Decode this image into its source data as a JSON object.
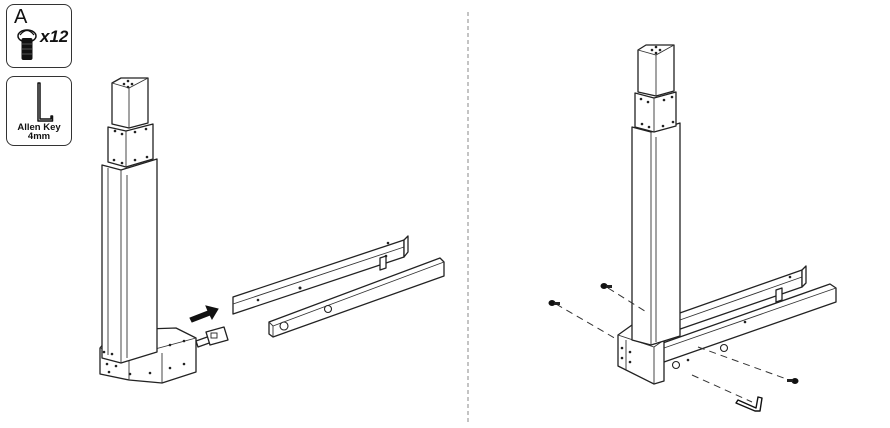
{
  "parts": {
    "screw": {
      "letter": "A",
      "quantity": "x12",
      "icon": "screw-icon"
    },
    "allen_key": {
      "label_line1": "Allen Key",
      "label_line2": "4mm",
      "icon": "allen-key-icon"
    }
  },
  "steps": [
    {
      "id": "step-1",
      "illustration": "desk-leg-and-crossbeam-alignment"
    },
    {
      "id": "step-2",
      "illustration": "desk-leg-and-crossbeam-screwed"
    }
  ],
  "colors": {
    "line": "#222222",
    "background": "#ffffff",
    "divider": "#888888"
  }
}
